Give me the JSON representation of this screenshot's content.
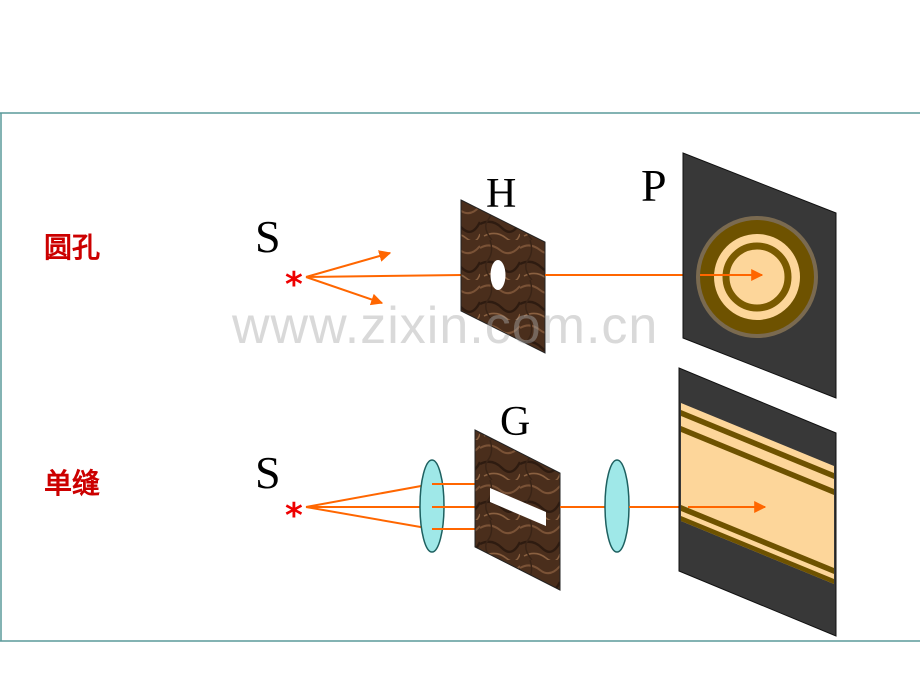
{
  "row_circular": {
    "caption": "圆孔",
    "source_label": "S",
    "aperture_label": "H",
    "screen_label": "P",
    "source_marker": "*"
  },
  "row_slit": {
    "caption": "单缝",
    "source_label": "S",
    "aperture_label": "G",
    "source_marker": "*"
  },
  "watermark": "www.zixin.com.cn",
  "colors": {
    "ray": "#ff6600",
    "caption": "#cc0000",
    "screen": "#383838",
    "fringe_light": "#fdd69a",
    "fringe_dark": "#7a5a00",
    "lens": "#9fe8e8",
    "plate": "#4a2e1c",
    "frame": "#5a9a9a"
  },
  "icons": [
    "source-star-icon",
    "lens-icon",
    "aperture-plate-icon",
    "screen-icon"
  ]
}
